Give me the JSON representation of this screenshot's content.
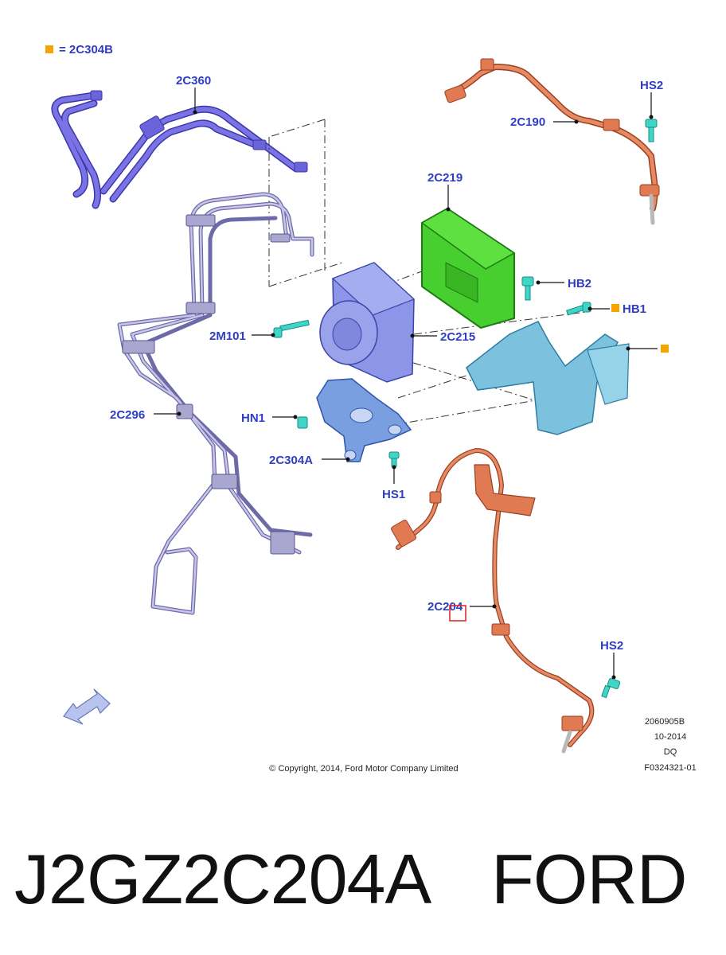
{
  "legend": {
    "marker_color": "#f7a300",
    "text": "= 2C304B"
  },
  "callouts": {
    "c2C360": "2C360",
    "c2C190": "2C190",
    "cHS2_top": "HS2",
    "c2C219": "2C219",
    "cHB2": "HB2",
    "cHB1": "HB1",
    "c2M101": "2M101",
    "c2C215": "2C215",
    "c2C296": "2C296",
    "cHN1": "HN1",
    "c2C304A": "2C304A",
    "cHS1": "HS1",
    "c2C204": "2C204",
    "cHS2_bottom": "HS2"
  },
  "meta_block": {
    "line1": "2060905B",
    "line2": "10-2014",
    "line3": "DQ",
    "line4": "F0324321-01"
  },
  "copyright": "© Copyright, 2014, Ford Motor Company Limited",
  "caption": {
    "part_number": "J2GZ2C204A",
    "brand": "FORD"
  },
  "colors": {
    "callout_text": "#2e3dc4",
    "brake_tube_purple": "#6a63d9",
    "hose_orange": "#e07a52",
    "module_green": "#47cf2f",
    "hcu_blue": "#8c95e8",
    "bracket_lightblue": "#7cc2de",
    "lines_grey": "#a9a6cf",
    "bolt_cyan": "#3fd6c8",
    "highlight_red": "#e11f1f"
  },
  "icons": [
    "front-direction-arrow-icon",
    "square-marker-icon"
  ]
}
